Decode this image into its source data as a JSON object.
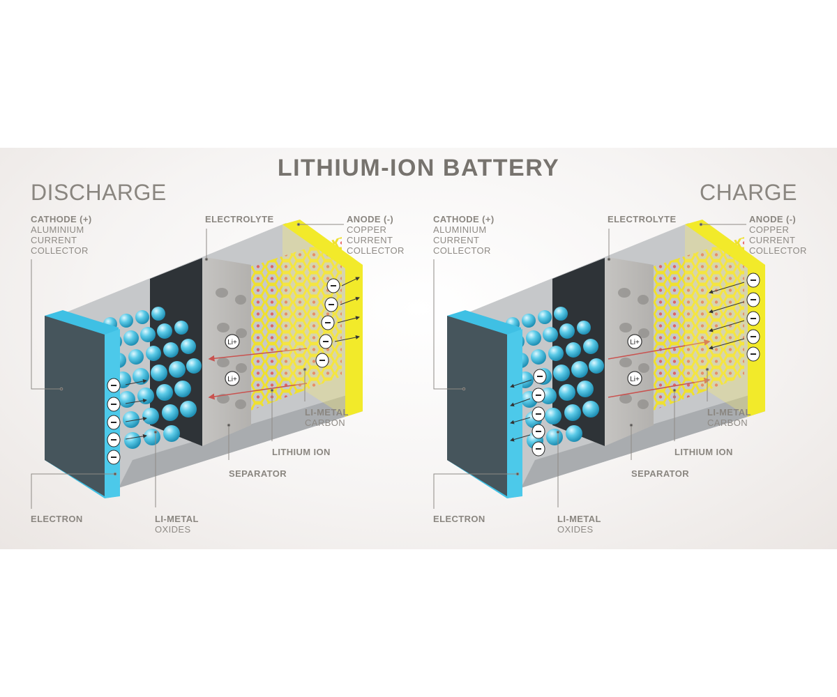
{
  "title": "LITHIUM-ION BATTERY",
  "panels": [
    {
      "mode": "DISCHARGE",
      "cathode": {
        "name": "CATHODE (+)",
        "line1": "ALUMINIUM",
        "line2": "CURRENT",
        "line3": "COLLECTOR"
      },
      "electrolyte": "ELECTROLYTE",
      "anode": {
        "name": "ANODE (-)",
        "line1": "COPPER",
        "line2": "CURRENT",
        "line3": "COLLECTOR"
      },
      "li_metal_carbon": {
        "name": "LI-METAL",
        "sub": "CARBON"
      },
      "lithium_ion": "LITHIUM ION",
      "separator": "SEPARATOR",
      "electron": "ELECTRON",
      "li_metal_oxides": {
        "name": "LI-METAL",
        "sub": "OXIDES"
      },
      "ion_symbol": "Li+"
    },
    {
      "mode": "CHARGE",
      "cathode": {
        "name": "CATHODE (+)",
        "line1": "ALUMINIUM",
        "line2": "CURRENT",
        "line3": "COLLECTOR"
      },
      "electrolyte": "ELECTROLYTE",
      "anode": {
        "name": "ANODE (-)",
        "line1": "COPPER",
        "line2": "CURRENT",
        "line3": "COLLECTOR"
      },
      "li_metal_carbon": {
        "name": "LI-METAL",
        "sub": "CARBON"
      },
      "lithium_ion": "LITHIUM ION",
      "separator": "SEPARATOR",
      "electron": "ELECTRON",
      "li_metal_oxides": {
        "name": "LI-METAL",
        "sub": "OXIDES"
      },
      "ion_symbol": "Li+"
    }
  ],
  "colors": {
    "cathode_collector": "#3fc0e4",
    "cathode_spheres": "#55c6e6",
    "anode_collector": "#f2ea2a",
    "anode_lattice": "#efe030",
    "separator": "#c9c7c4",
    "casing": "#b9bcbf",
    "label_text": "#8a8680"
  }
}
